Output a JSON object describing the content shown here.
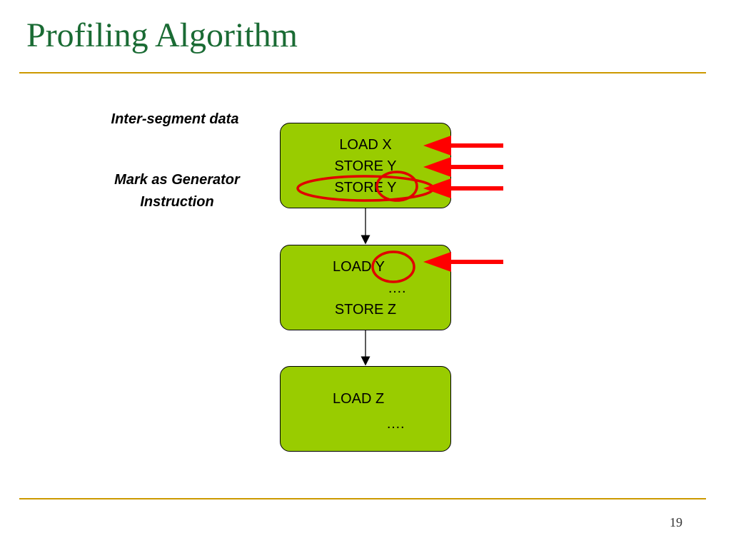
{
  "slide": {
    "title": "Profiling Algorithm",
    "page_number": "19"
  },
  "annotations": {
    "inter_segment": "Inter-segment data",
    "mark_line1": "Mark as Generator",
    "mark_line2": "Instruction"
  },
  "blocks": [
    {
      "lines": [
        "LOAD X",
        "STORE Y",
        "STORE Y"
      ]
    },
    {
      "lines": [
        "LOAD Y",
        "….",
        "STORE Z"
      ]
    },
    {
      "lines": [
        "LOAD Z",
        "…."
      ]
    }
  ],
  "colors": {
    "title": "#1a6b34",
    "rule": "#cc9900",
    "block_fill": "#99cc00",
    "highlight": "#ff0000"
  }
}
